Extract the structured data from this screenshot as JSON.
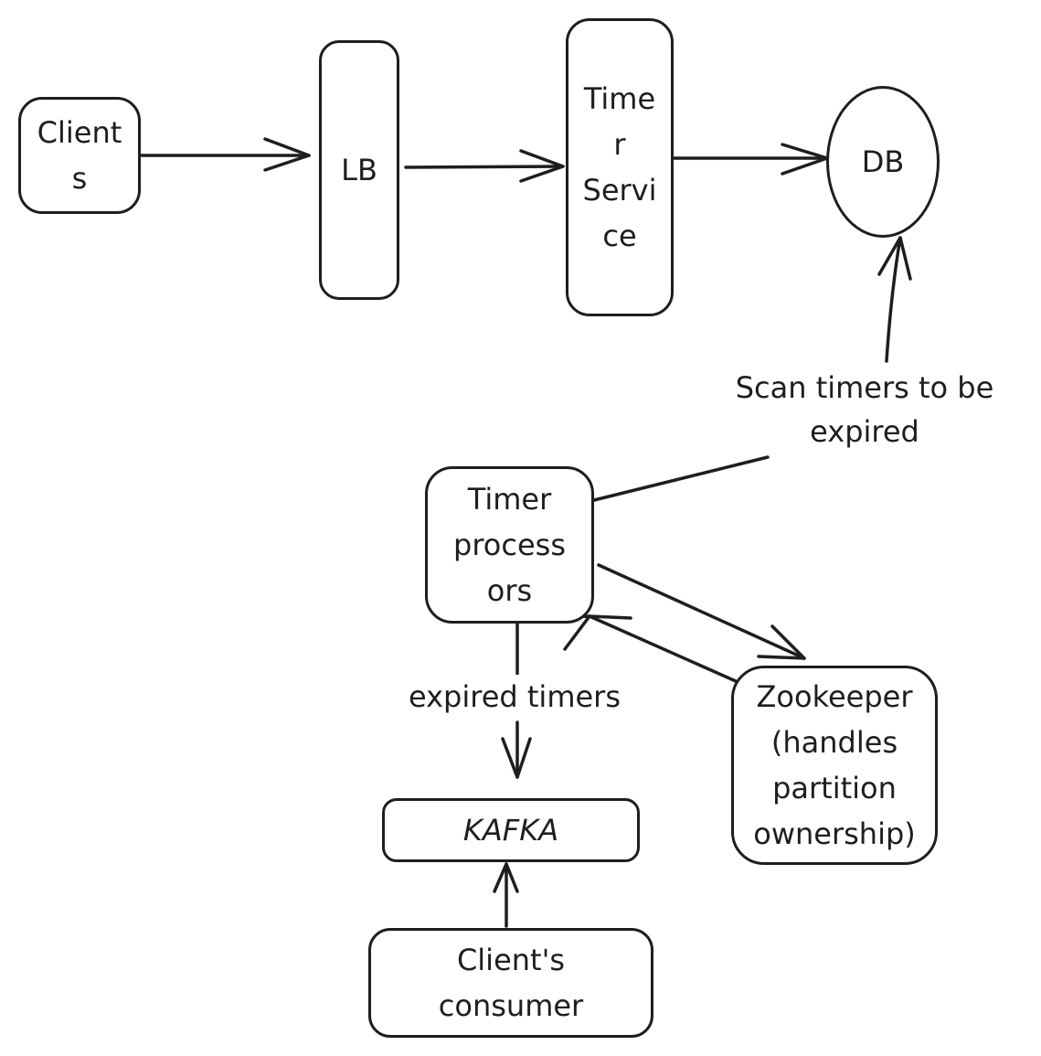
{
  "nodes": {
    "clients": {
      "lines": [
        "Client",
        "s"
      ]
    },
    "lb": {
      "lines": [
        "LB"
      ]
    },
    "timer_service": {
      "lines": [
        "Time",
        "r",
        "Servi",
        "ce"
      ]
    },
    "db": {
      "lines": [
        "DB"
      ]
    },
    "timer_processors": {
      "lines": [
        "Timer",
        "process",
        "ors"
      ]
    },
    "zookeeper": {
      "lines": [
        "Zookeeper",
        "(handles",
        "partition",
        "ownership)"
      ]
    },
    "kafka": {
      "lines": [
        "KAFKA"
      ]
    },
    "client_consumer": {
      "lines": [
        "Client's",
        "consumer"
      ]
    }
  },
  "edge_labels": {
    "scan": {
      "lines": [
        "Scan timers to be",
        "expired"
      ]
    },
    "expired": {
      "lines": [
        "expired timers"
      ]
    }
  },
  "edges": [
    {
      "from": "clients",
      "to": "lb"
    },
    {
      "from": "lb",
      "to": "timer_service"
    },
    {
      "from": "timer_service",
      "to": "db"
    },
    {
      "from": "timer_processors",
      "to": "db",
      "label": "Scan timers to be expired"
    },
    {
      "from": "timer_processors",
      "to": "zookeeper"
    },
    {
      "from": "zookeeper",
      "to": "timer_processors"
    },
    {
      "from": "timer_processors",
      "to": "kafka",
      "label": "expired timers"
    },
    {
      "from": "client_consumer",
      "to": "kafka"
    }
  ]
}
